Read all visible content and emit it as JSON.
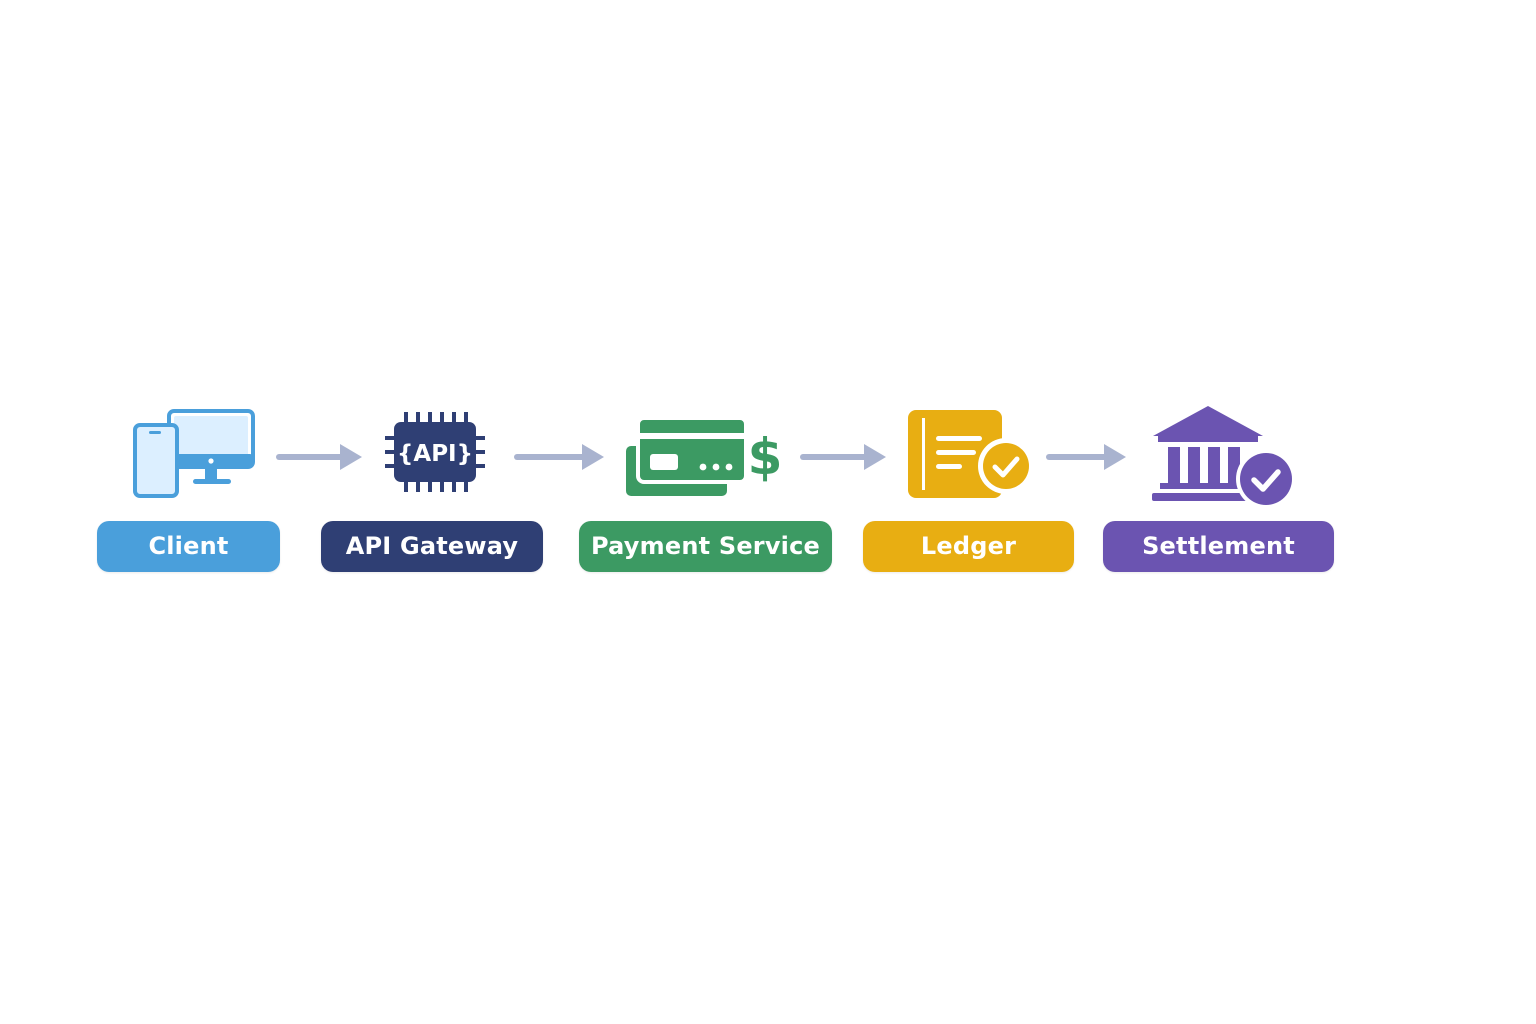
{
  "diagram": {
    "nodes": [
      {
        "id": "client",
        "label": "Client",
        "icon": "devices-icon",
        "color": "#4a9fdb"
      },
      {
        "id": "api-gateway",
        "label": "API Gateway",
        "icon": "api-chip-icon",
        "icon_text": "{API}",
        "color": "#2f3f74"
      },
      {
        "id": "payment-service",
        "label": "Payment Service",
        "icon": "payment-card-icon",
        "icon_text": "$",
        "color": "#3c9a63"
      },
      {
        "id": "ledger",
        "label": "Ledger",
        "icon": "ledger-check-icon",
        "color": "#e8ae12"
      },
      {
        "id": "settlement",
        "label": "Settlement",
        "icon": "bank-check-icon",
        "color": "#6b54b1"
      }
    ],
    "edges": [
      {
        "from": "client",
        "to": "api-gateway"
      },
      {
        "from": "api-gateway",
        "to": "payment-service"
      },
      {
        "from": "payment-service",
        "to": "ledger"
      },
      {
        "from": "ledger",
        "to": "settlement"
      }
    ],
    "arrow_color": "#a9b3cf"
  }
}
